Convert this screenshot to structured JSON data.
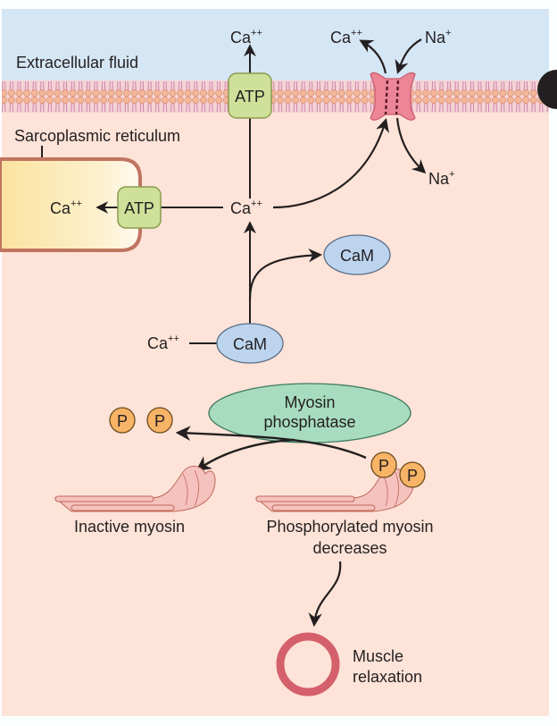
{
  "regions": {
    "extracellular_label": "Extracellular fluid",
    "sr_label": "Sarcoplasmic reticulum"
  },
  "colors": {
    "extracellular_bg": "#d5e6f5",
    "cytoplasm_bg": "#fde3d8",
    "membrane_head": "#f4b79a",
    "membrane_tail": "#c97aa8",
    "atp_fill": "#cfe09a",
    "atp_stroke": "#8a9c4f",
    "cam_fill": "#bcd4ee",
    "phosphatase_fill": "#a8dcc0",
    "phosphate_fill": "#f7b366",
    "exchanger_fill": "#ec8595",
    "sr_stroke": "#c07560",
    "relaxation_ring": "#d4606b",
    "myosin_fill": "#f5c2bd"
  },
  "ions": {
    "ca": "Ca",
    "ca_charge": "++",
    "na": "Na",
    "na_charge": "+"
  },
  "pumps": {
    "membrane_pump_label": "ATP",
    "sr_pump_label": "ATP"
  },
  "calmodulin": {
    "bound_label": "CaM",
    "free_label": "CaM"
  },
  "phosphatase": {
    "line1": "Myosin",
    "line2": "phosphatase"
  },
  "phosphate_label": "P",
  "myosin": {
    "inactive_label": "Inactive myosin",
    "phosphorylated_line1": "Phosphorylated myosin",
    "phosphorylated_line2": "decreases"
  },
  "outcome": {
    "line1": "Muscle",
    "line2": "relaxation"
  }
}
